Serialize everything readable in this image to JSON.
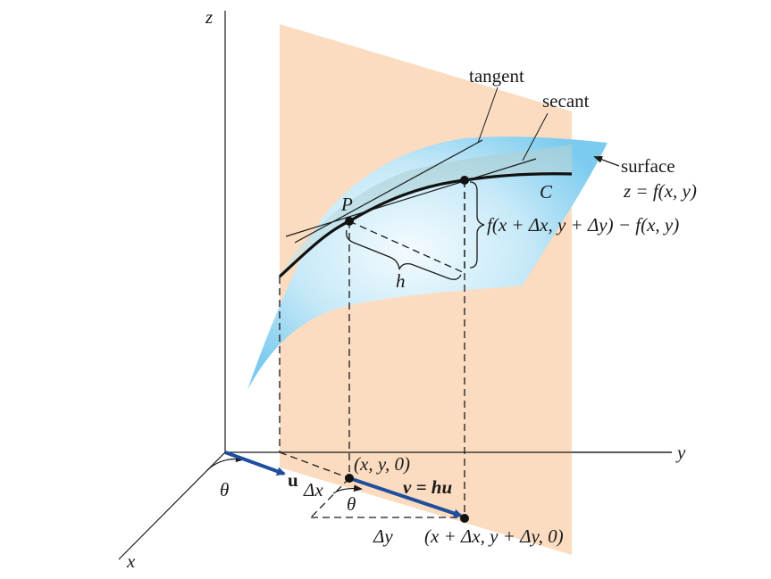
{
  "labels": {
    "z_axis": "z",
    "y_axis": "y",
    "x_axis": "x",
    "tangent": "tangent",
    "secant": "secant",
    "surface_word": "surface",
    "surface_eq": "z = f(x, y)",
    "point_p": "P",
    "curve_c": "C",
    "diff_expr": "f(x + Δx, y + Δy) − f(x, y)",
    "h": "h",
    "base_point": "(x, y, 0)",
    "end_point": "(x + Δx, y + Δy, 0)",
    "u": "u",
    "v_eq": "v = hu",
    "theta_origin": "θ",
    "theta_base": "θ",
    "delta_x": "Δx",
    "delta_y": "Δy"
  },
  "colors": {
    "plane": "#fbdcc0",
    "surface": "#8fd3f1",
    "surface_light": "#eaf7fd",
    "vector": "#1f4e9e",
    "ink": "#1a1a1a"
  }
}
